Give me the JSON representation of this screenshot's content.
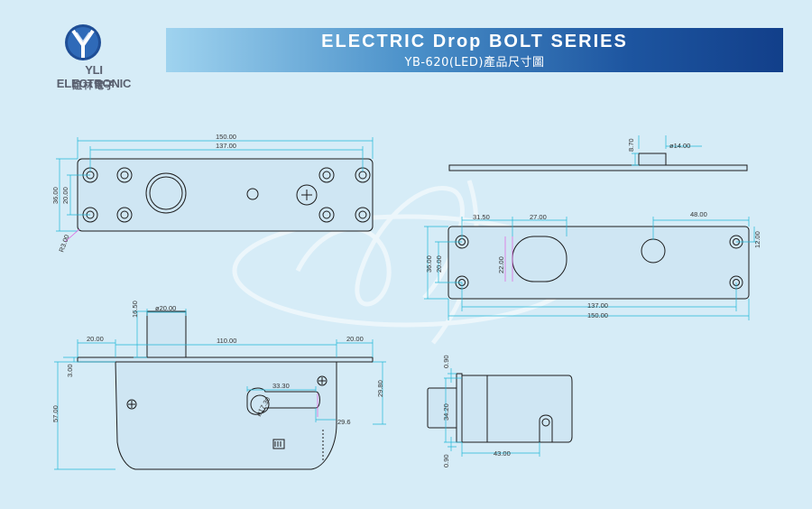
{
  "brand": {
    "name_en": "YLI ELECTRONIC",
    "name_zh": "誼林電子"
  },
  "banner": {
    "title": "ELECTRIC Drop BOLT SERIES",
    "subtitle": "YB-620(LED)產品尺寸圖"
  },
  "dimensions": {
    "top_view": {
      "len_total": "150.00",
      "len_holes": "137.00",
      "h_total": "36.00",
      "h_holes": "20.00",
      "radius": "R3.00"
    },
    "side_top": {
      "height": "8.70",
      "dia": "ø14.00"
    },
    "front_view": {
      "d1": "31.50",
      "d2": "27.00",
      "d3": "48.00",
      "h_total": "36.00",
      "h_holes": "20.00",
      "h_oval": "22.00",
      "r_right": "12.00",
      "len_holes": "137.00",
      "len_total": "150.00"
    },
    "bottom_left": {
      "h1": "16.50",
      "dia": "ø20.00",
      "w_left": "20.00",
      "w_mid": "110.00",
      "w_right": "20.00",
      "t": "3.00",
      "h_body": "57.00",
      "slot_w": "33.30",
      "slot_dia": "ø17.30",
      "h_right": "29.80",
      "small": "29.6"
    },
    "bottom_right": {
      "t_top": "0.90",
      "h": "34.20",
      "w": "43.00",
      "t_bot": "0.90"
    }
  }
}
